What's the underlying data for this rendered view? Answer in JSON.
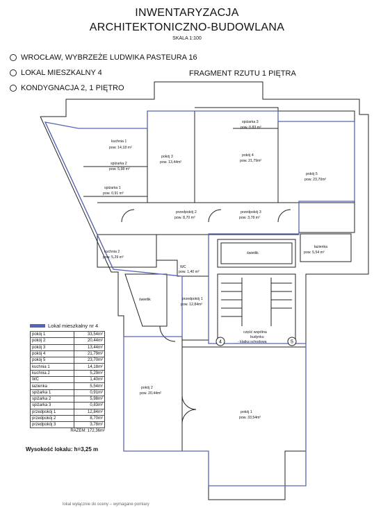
{
  "header": {
    "title_line1": "INWENTARYZACJA",
    "title_line2": "ARCHITEKTONICZNO-BUDOWLANA",
    "scale": "SKALA    1:100"
  },
  "info": [
    "WROCŁAW,  WYBRZEŻE LUDWIKA PASTEURA 16",
    "LOKAL MIESZKALNY 4",
    "KONDYGNACJA 2, 1 PIĘTRO"
  ],
  "fragment_label": "FRAGMENT RZUTU 1 PIĘTRA",
  "rooms": {
    "kuchnia1": {
      "name": "kuchnia 1",
      "area": "pow. 14,18 m²"
    },
    "spizarka2": {
      "name": "spiżarka 2",
      "area": "pow. 5,98 m²"
    },
    "spizarka1": {
      "name": "spiżarka 1",
      "area": "pow. 0,91 m²"
    },
    "pokoj3": {
      "name": "pokój 3",
      "area": "pow. 13,44m²"
    },
    "pokoj4": {
      "name": "pokój 4",
      "area": "pow. 21,79m²"
    },
    "spizarka3": {
      "name": "spiżarka 3",
      "area": "pow. 0,83 m²"
    },
    "pokoj5": {
      "name": "pokój 5",
      "area": "pow. 23,70m²"
    },
    "przedpokoj2": {
      "name": "przedpokój 2",
      "area": "pow. 8,70 m²"
    },
    "przedpokoj3": {
      "name": "przedpokój 3",
      "area": "pow. 3,78 m²"
    },
    "lazienka": {
      "name": "łazienka",
      "area": "pow. 5,54 m²"
    },
    "kuchnia2": {
      "name": "kuchnia 2",
      "area": "pow. 5,29 m²"
    },
    "wc": {
      "name": "WC",
      "area": "pow. 1,40 m²"
    },
    "przedpokoj1": {
      "name": "przedpokój 1",
      "area": "pow. 12,84m²"
    },
    "pokoj2": {
      "name": "pokój 2",
      "area": "pow. 20,44m²"
    },
    "pokoj1": {
      "name": "pokój 1",
      "area": "pow. 33,54m²"
    }
  },
  "plan_labels": {
    "swietlik_top": "świetlik",
    "swietlik_left": "świetlik",
    "common_line1": "część wspólna",
    "common_line2": "budynku",
    "common_line3": "- klatka schodowa",
    "axis_4": "4",
    "axis_5": "5"
  },
  "legend": {
    "title": "Lokal mieszkalny nr 4",
    "color": "#5563b8",
    "rows": [
      {
        "name": "pokój 1",
        "area": "33,54m²"
      },
      {
        "name": "pokój 2",
        "area": "20,44m²"
      },
      {
        "name": "pokój 3",
        "area": "13,44m²"
      },
      {
        "name": "pokój 4",
        "area": "21,79m²"
      },
      {
        "name": "pokój 5",
        "area": "23,70m²"
      },
      {
        "name": "kuchnia 1",
        "area": "14,18m²"
      },
      {
        "name": "kuchnia 2",
        "area": "5,29m²"
      },
      {
        "name": "WC",
        "area": "1,40m²"
      },
      {
        "name": "łazienka",
        "area": "5,54m²"
      },
      {
        "name": "spiżarka 1",
        "area": "0,91m²"
      },
      {
        "name": "spiżarka 2",
        "area": "5,98m²"
      },
      {
        "name": "spiżarka 3",
        "area": "0,83m²"
      },
      {
        "name": "przedpokój 1",
        "area": "12,84m²"
      },
      {
        "name": "przedpokój 2",
        "area": "8,70m²"
      },
      {
        "name": "przedpokój 3",
        "area": "3,78m²"
      }
    ],
    "total": "RAZEM:  172,36m²"
  },
  "height": "Wysokość lokalu: h=3,25 m",
  "footer": "lokal wyłącznie do oceny – wymagane pomiary"
}
